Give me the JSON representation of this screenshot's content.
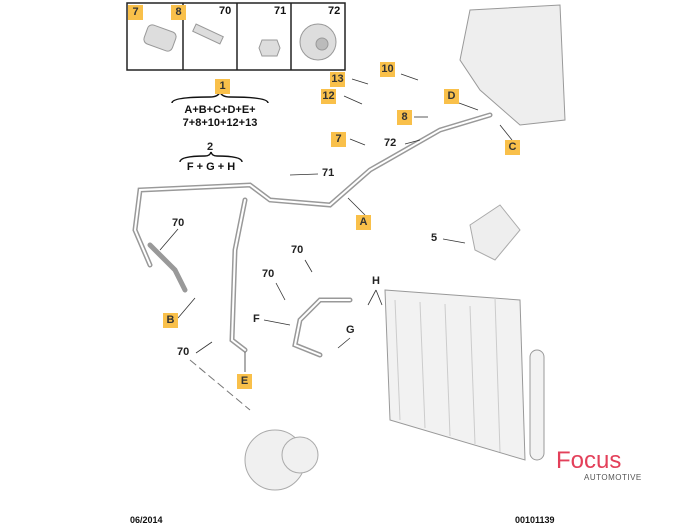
{
  "parts_table": [
    {
      "labels": [
        "7",
        "8"
      ],
      "kind": "pin"
    },
    {
      "label": "70",
      "kind": "screw"
    },
    {
      "label": "71",
      "kind": "screw"
    },
    {
      "label": "72",
      "kind": "nut"
    }
  ],
  "kit1": {
    "tag": "1",
    "line1": "A+B+C+D+E+",
    "line2": "7+8+10+12+13"
  },
  "kit2": {
    "num": "2",
    "line1": "F + G + H"
  },
  "tags": {
    "t13": "13",
    "t12": "12",
    "t10": "10",
    "t8": "8",
    "t7": "7",
    "D": "D",
    "C": "C",
    "A": "A",
    "B": "B",
    "E": "E"
  },
  "nums": {
    "n72": "72",
    "n71": "71",
    "n5": "5",
    "n70a": "70",
    "n70b": "70",
    "n70c": "70",
    "n70d": "70",
    "F": "F",
    "G": "G",
    "H": "H"
  },
  "footer": {
    "date": "06/2014",
    "ref": "00101139"
  },
  "logo": {
    "name": "Focus",
    "sub": "AUTOMOTIVE",
    "color": "#e3405a"
  }
}
